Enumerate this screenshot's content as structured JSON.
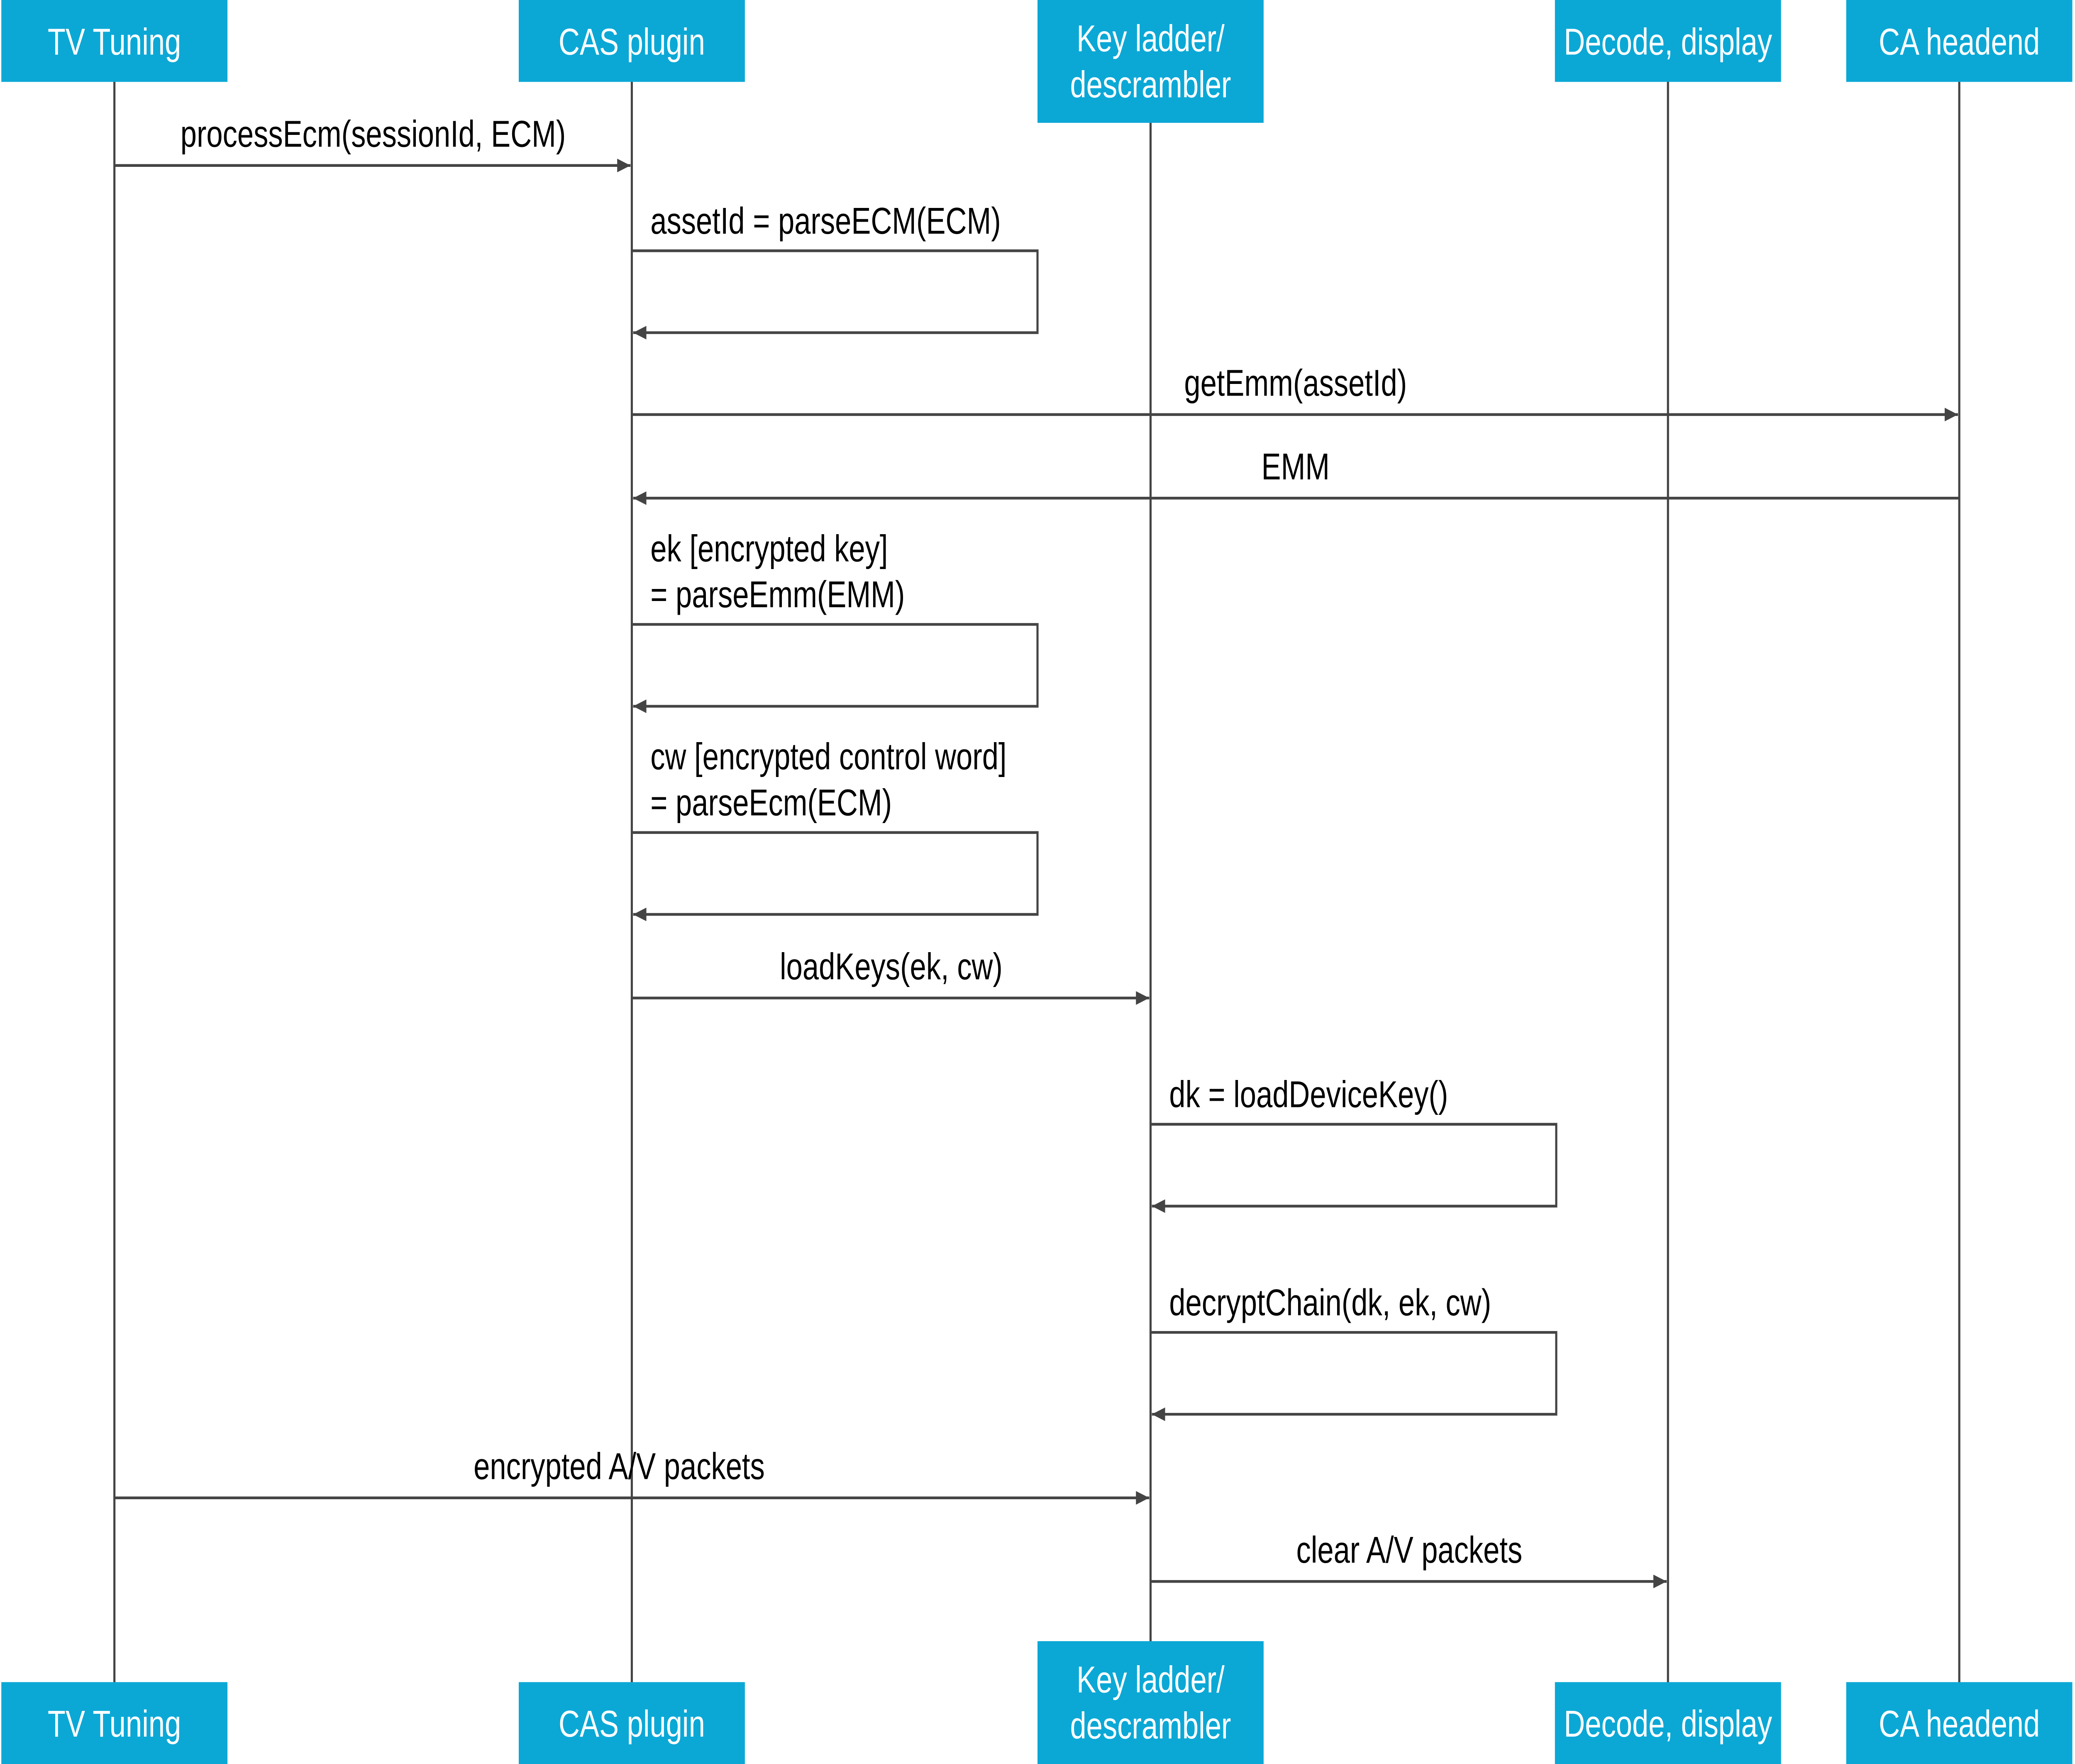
{
  "colors": {
    "participant_fill": "#0ba8d6",
    "participant_text": "#ffffff",
    "line": "#444444",
    "text": "#000000"
  },
  "participants": [
    {
      "id": "tv",
      "label": [
        "TV Tuning"
      ]
    },
    {
      "id": "cas",
      "label": [
        "CAS plugin"
      ]
    },
    {
      "id": "kl",
      "label": [
        "Key ladder/",
        "descrambler"
      ]
    },
    {
      "id": "dec",
      "label": [
        "Decode, display"
      ]
    },
    {
      "id": "ca",
      "label": [
        "CA headend"
      ]
    }
  ],
  "messages": [
    {
      "from": "tv",
      "to": "cas",
      "label": [
        "processEcm(sessionId, ECM)"
      ]
    },
    {
      "from": "cas",
      "to": "cas",
      "label": [
        "assetId = parseECM(ECM)"
      ]
    },
    {
      "from": "cas",
      "to": "ca",
      "label": [
        "getEmm(assetId)"
      ]
    },
    {
      "from": "ca",
      "to": "cas",
      "label": [
        "EMM"
      ]
    },
    {
      "from": "cas",
      "to": "cas",
      "label": [
        "ek [encrypted key]",
        "= parseEmm(EMM)"
      ]
    },
    {
      "from": "cas",
      "to": "cas",
      "label": [
        "cw [encrypted control word]",
        "= parseEcm(ECM)"
      ]
    },
    {
      "from": "cas",
      "to": "kl",
      "label": [
        "loadKeys(ek, cw)"
      ]
    },
    {
      "from": "kl",
      "to": "kl",
      "label": [
        "dk = loadDeviceKey()"
      ]
    },
    {
      "from": "kl",
      "to": "kl",
      "label": [
        "decryptChain(dk, ek, cw)"
      ]
    },
    {
      "from": "tv",
      "to": "kl",
      "label": [
        "encrypted A/V packets"
      ]
    },
    {
      "from": "kl",
      "to": "dec",
      "label": [
        "clear A/V packets"
      ]
    }
  ]
}
